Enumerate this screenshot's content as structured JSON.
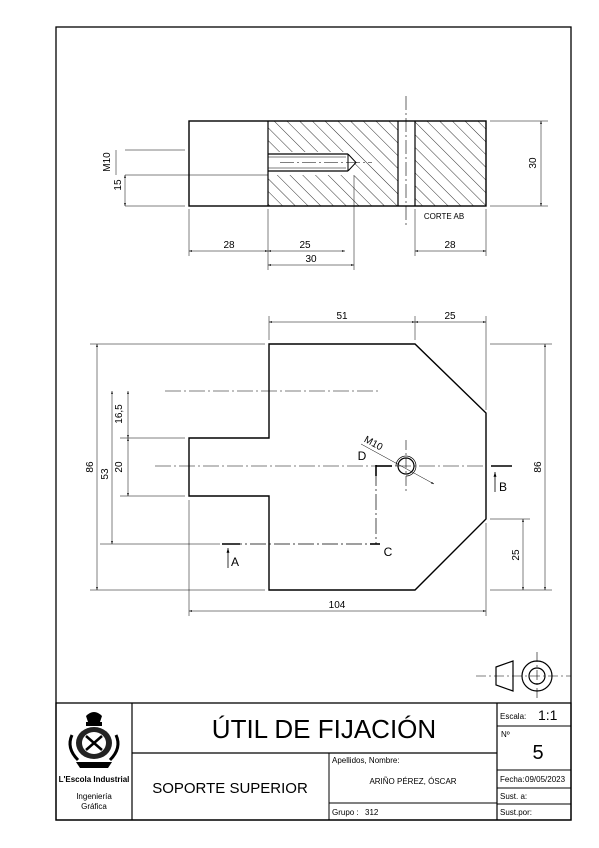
{
  "drawing": {
    "section_view": {
      "section_label": "CORTE AB",
      "dims": {
        "thread": "M10",
        "depth": "15",
        "height": "30",
        "left": "28",
        "mid": "25",
        "thread_len": "30",
        "right": "28"
      }
    },
    "plan_view": {
      "dims": {
        "top_left": "51",
        "top_right": "25",
        "overall_h_left": "86",
        "overall_h_right": "86",
        "upper_step": "16,5",
        "mid_step": "20",
        "lower_total": "53",
        "chamfer_v": "25",
        "bottom_width": "104",
        "hole_thread": "M10"
      },
      "points": {
        "a": "A",
        "b": "B",
        "c": "C",
        "d": "D"
      }
    }
  },
  "title_block": {
    "title": "ÚTIL DE FIJACIÓN",
    "subtitle": "SOPORTE SUPERIOR",
    "scale_label": "Escala:",
    "scale_value": "1:1",
    "number_label": "Nº",
    "number_value": "5",
    "name_label": "Apellidos, Nombre:",
    "name_value": "ARIÑO PÉREZ, ÓSCAR",
    "group_label": "Grupo :",
    "group_value": "312",
    "date_label": "Fecha:",
    "date_value": "09/05/2023",
    "subst_a_label": "Sust. a:",
    "subst_por_label": "Sust.por:",
    "logo_line1": "L'Escola Industrial",
    "logo_line2": "Ingeniería",
    "logo_line3": "Gráfica"
  }
}
